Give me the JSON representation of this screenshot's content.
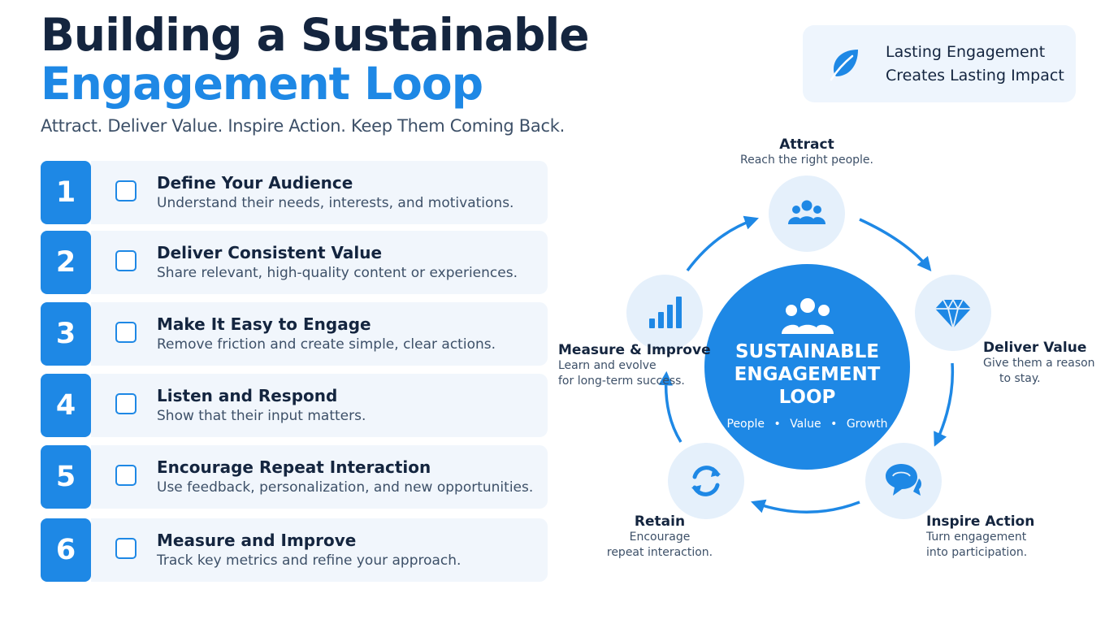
{
  "header": {
    "title_line1": "Building a Sustainable",
    "title_line2": "Engagement Loop",
    "subtitle": "Attract. Deliver Value. Inspire Action. Keep Them Coming Back."
  },
  "badge": {
    "icon": "leaf-icon",
    "line1": "Lasting Engagement",
    "line2": "Creates Lasting Impact"
  },
  "steps": [
    {
      "number": "1",
      "title": "Define Your Audience",
      "description": "Understand their needs, interests, and motivations."
    },
    {
      "number": "2",
      "title": "Deliver Consistent Value",
      "description": "Share relevant, high-quality content or experiences."
    },
    {
      "number": "3",
      "title": "Make It Easy to Engage",
      "description": "Remove friction and create simple, clear actions."
    },
    {
      "number": "4",
      "title": "Listen and Respond",
      "description": "Show that their input matters."
    },
    {
      "number": "5",
      "title": "Encourage Repeat Interaction",
      "description": "Use feedback, personalization, and new opportunities."
    },
    {
      "number": "6",
      "title": "Measure and Improve",
      "description": "Track key metrics and refine your approach."
    }
  ],
  "loop": {
    "center": {
      "line1": "SUSTAINABLE",
      "line2": "ENGAGEMENT",
      "line3": "LOOP",
      "tags": [
        "People",
        "Value",
        "Growth"
      ],
      "icon": "people-icon"
    },
    "stages": [
      {
        "name": "Attract",
        "line1": "Reach the right people.",
        "icon": "users-icon"
      },
      {
        "name": "Deliver Value",
        "line1": "Give them a reason",
        "line2": "to stay.",
        "icon": "diamond-icon"
      },
      {
        "name": "Inspire Action",
        "line1": "Turn engagement",
        "line2": "into participation.",
        "icon": "chat-icon"
      },
      {
        "name": "Retain",
        "line1": "Encourage",
        "line2": "repeat interaction.",
        "icon": "refresh-icon"
      },
      {
        "name": "Measure & Improve",
        "line1": "Learn and evolve",
        "line2": "for long-term success.",
        "icon": "bar-chart-icon"
      }
    ]
  },
  "colors": {
    "accent": "#1e88e5",
    "navy": "#14253f",
    "node_bg": "#e5f0fb",
    "card_bg": "#f1f6fc"
  }
}
